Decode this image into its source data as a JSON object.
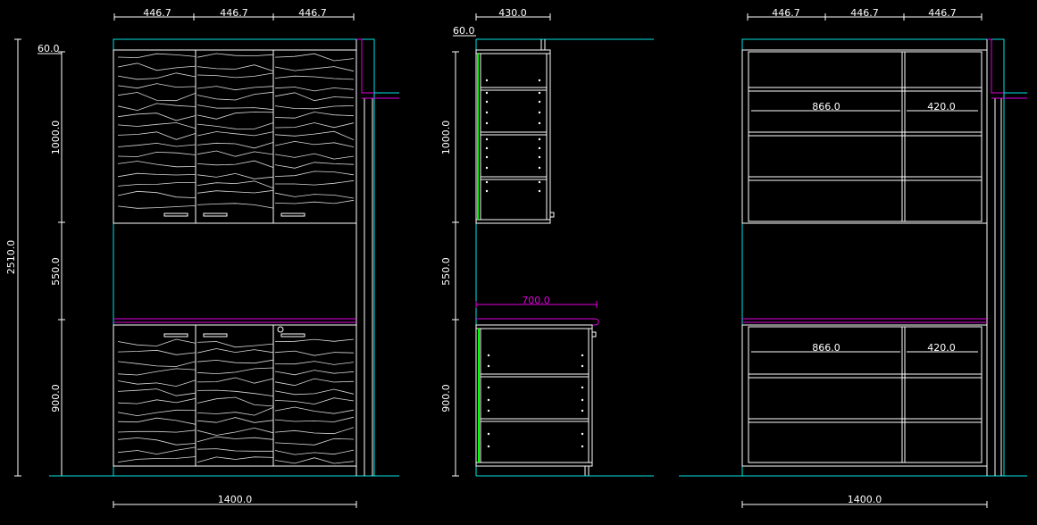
{
  "front_view": {
    "top_widths": [
      "446.7",
      "446.7",
      "446.7"
    ],
    "top_offset": "60.0",
    "heights": [
      "1000.0",
      "550.0",
      "900.0"
    ],
    "total_height": "2510.0",
    "bottom_width": "1400.0"
  },
  "side_view": {
    "top_width": "430.0",
    "top_offset": "60.0",
    "heights": [
      "1000.0",
      "550.0",
      "900.0"
    ],
    "counter_depth": "700.0"
  },
  "inner_view": {
    "top_widths": [
      "446.7",
      "446.7",
      "446.7"
    ],
    "upper_widths": [
      "866.0",
      "420.0"
    ],
    "lower_widths": [
      "866.0",
      "420.0"
    ],
    "bottom_width": "1400.0"
  },
  "colors": {
    "background": "#000000",
    "outline": "#00e5e5",
    "line": "#ffffff",
    "highlight": "#e000e0",
    "edge": "#00ff00"
  }
}
